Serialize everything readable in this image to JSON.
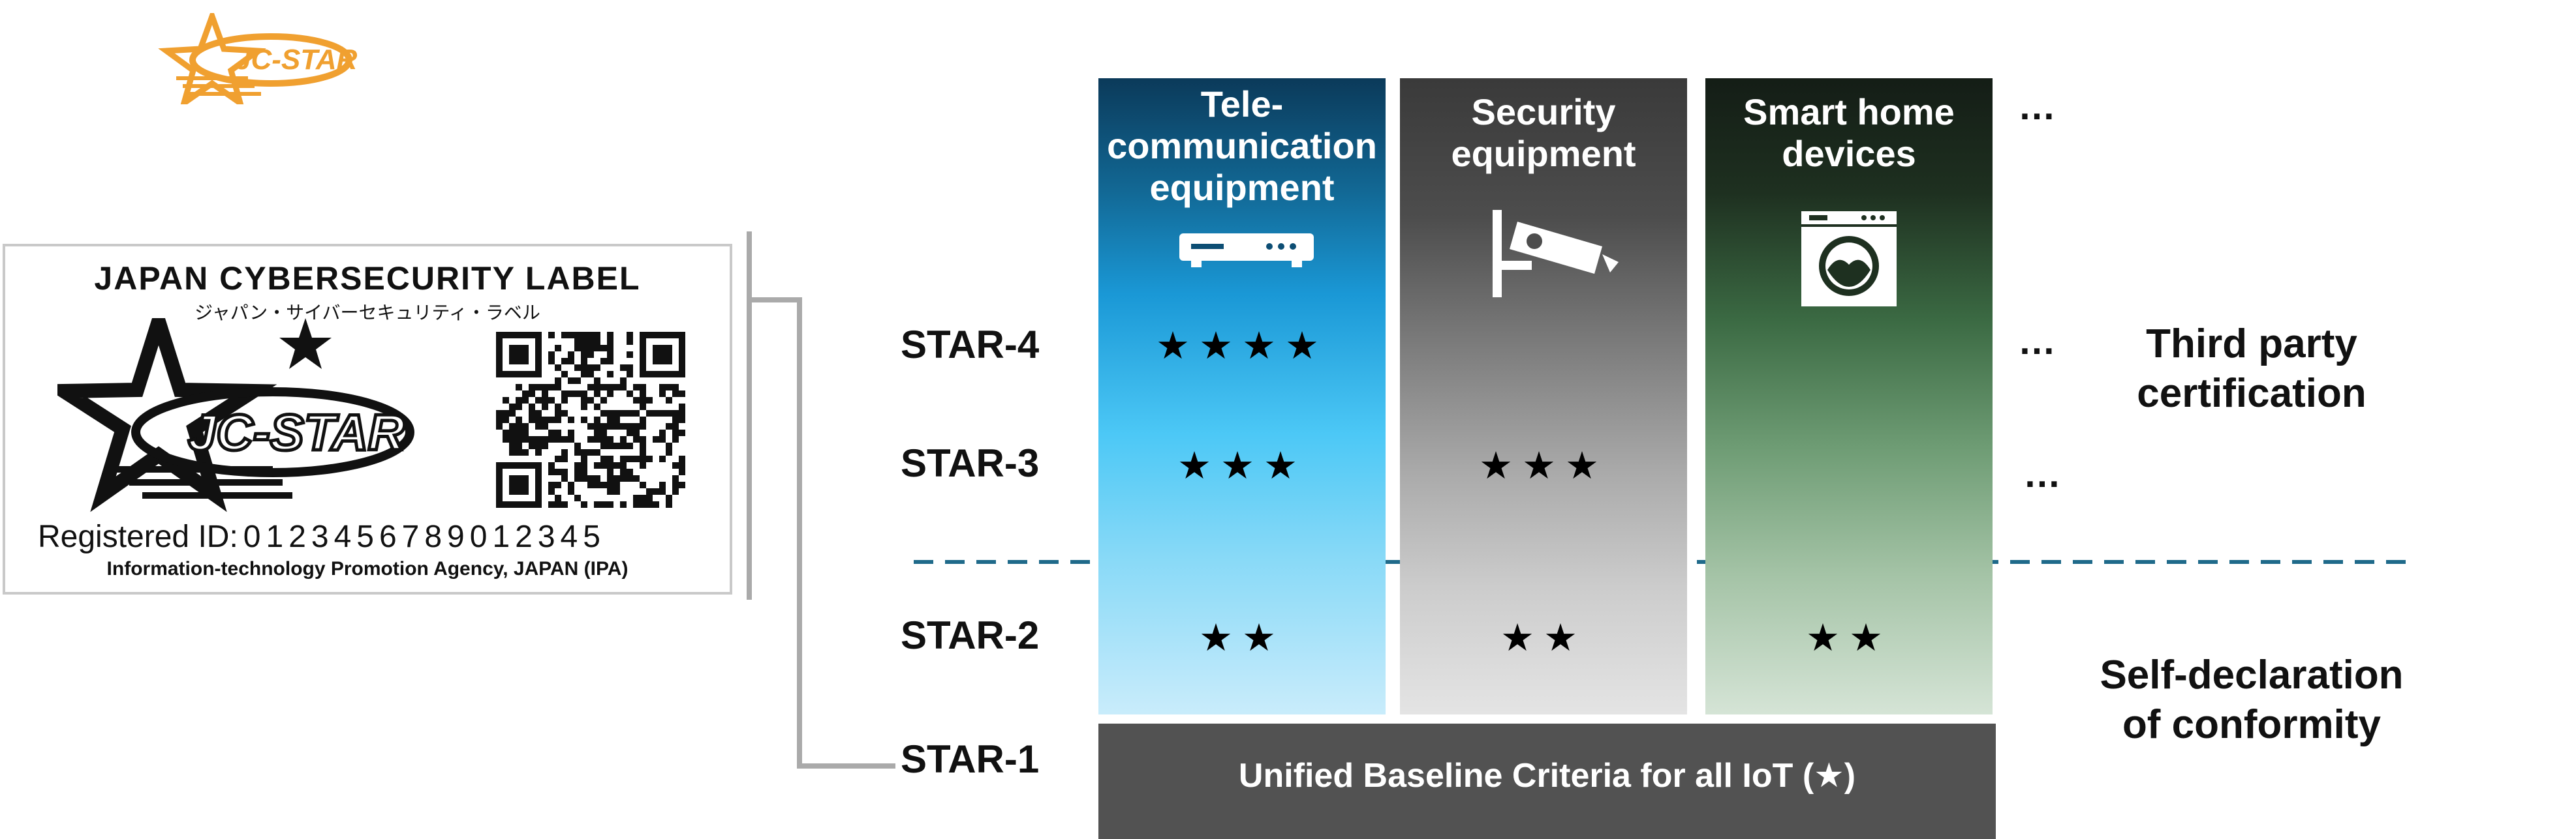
{
  "brand": {
    "logo_text": "JC-STAR"
  },
  "label_card": {
    "title": "JAPAN CYBERSECURITY LABEL",
    "subtitle": "ジャパン・サイバーセキュリティ・ラベル",
    "logo_text": "JC-STAR",
    "registered_label": "Registered ID:",
    "registered_id": "012345678901234​5",
    "agency": "Information-technology Promotion Agency, JAPAN (IPA)"
  },
  "levels": [
    "STAR-4",
    "STAR-3",
    "STAR-2",
    "STAR-1"
  ],
  "categories": [
    {
      "name_lines": [
        "Tele-",
        "communication",
        "equipment"
      ],
      "icon": "router-icon",
      "stars": {
        "STAR-4": "★★★★",
        "STAR-3": "★★★",
        "STAR-2": "★★"
      }
    },
    {
      "name_lines": [
        "Security",
        "equipment"
      ],
      "icon": "security-camera-icon",
      "stars": {
        "STAR-3": "★★★",
        "STAR-2": "★★"
      }
    },
    {
      "name_lines": [
        "Smart home",
        "devices"
      ],
      "icon": "washing-machine-icon",
      "stars": {
        "STAR-2": "★★"
      }
    }
  ],
  "ellipsis": "…",
  "baseline": "Unified Baseline Criteria for all IoT (★)",
  "third_party": [
    "Third party",
    "certification"
  ],
  "self_declaration": [
    "Self-declaration",
    "of conformity"
  ],
  "colors": {
    "divider": "#1f6a8a",
    "baseline_bar": "#525252",
    "brand_orange": "#f0a030"
  }
}
